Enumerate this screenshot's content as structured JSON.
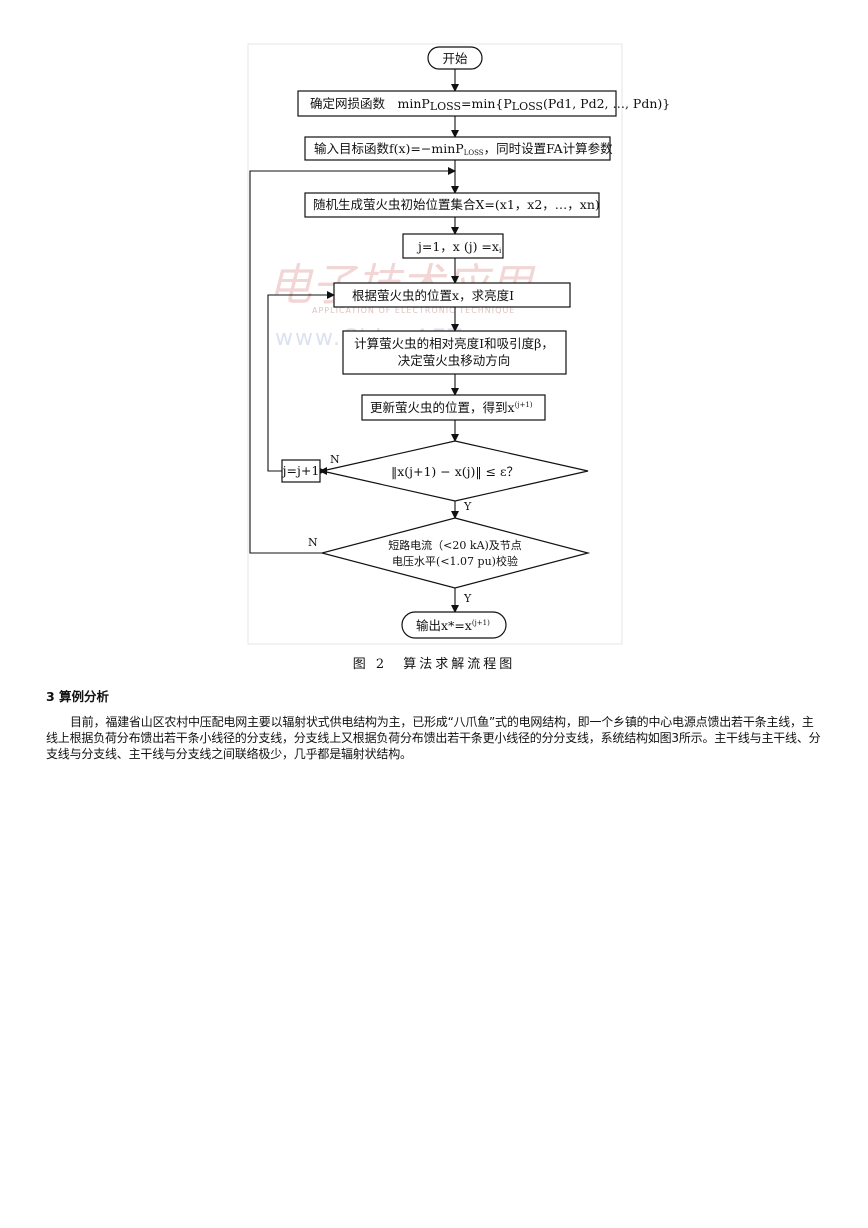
{
  "flowchart": {
    "start": "开始",
    "step1": "确定网损函数　minP",
    "step1_sub1": "LOSS",
    "step1_mid": "=min{P",
    "step1_sub2": "LOSS",
    "step1_tail": "(P",
    "step1_items": "d1, Pd2, …, Pdn)}",
    "step2": "输入目标函数f(x)=−minP",
    "step2_sub": "LOSS",
    "step2_tail": "，同时设置FA计算参数",
    "step3": "随机生成萤火虫初始位置集合X=(x",
    "step3_tail": "1，x2，…，xn)",
    "step4": "j=1，x (j) =x",
    "step4_sub": "i",
    "step5": "根据萤火虫的位置x",
    "step5_tail": "，求亮度I",
    "step6_line1": "计算萤火虫的相对亮度I和吸引度β，",
    "step6_line2": "决定萤火虫移动方向",
    "step7": "更新萤火虫的位置，得到x",
    "step7_sup": "(j+1)",
    "decision1": "‖x(j+1) − x(j)‖ ≤ ε？",
    "increment": "j=j+1",
    "decision2_line1": "短路电流（<20 kA)及节点",
    "decision2_line2": "电压水平(<1.07 pu)校验",
    "end": "输出x",
    "end_tail": "*=x",
    "end_sup": "(j+1)",
    "label_n1": "N",
    "label_y1": "Y",
    "label_n2": "N",
    "label_y2": "Y"
  },
  "watermark": {
    "logo": "电子技术应用",
    "subtitle": "APPLICATION OF ELECTRONIC TECHNIQUE",
    "url": "www.ChinaAET.com"
  },
  "caption": "图 2　算法求解流程图",
  "section_title": "3 算例分析",
  "paragraph": "目前，福建省山区农村中压配电网主要以辐射状式供电结构为主，已形成“八爪鱼”式的电网结构，即一个乡镇的中心电源点馈出若干条主线，主线上根据负荷分布馈出若干条小线径的分支线，分支线上又根据负荷分布馈出若干条更小线径的分分支线，系统结构如图3所示。主干线与主干线、分支线与分支线、主干线与分支线之间联络极少，几乎都是辐射状结构。"
}
